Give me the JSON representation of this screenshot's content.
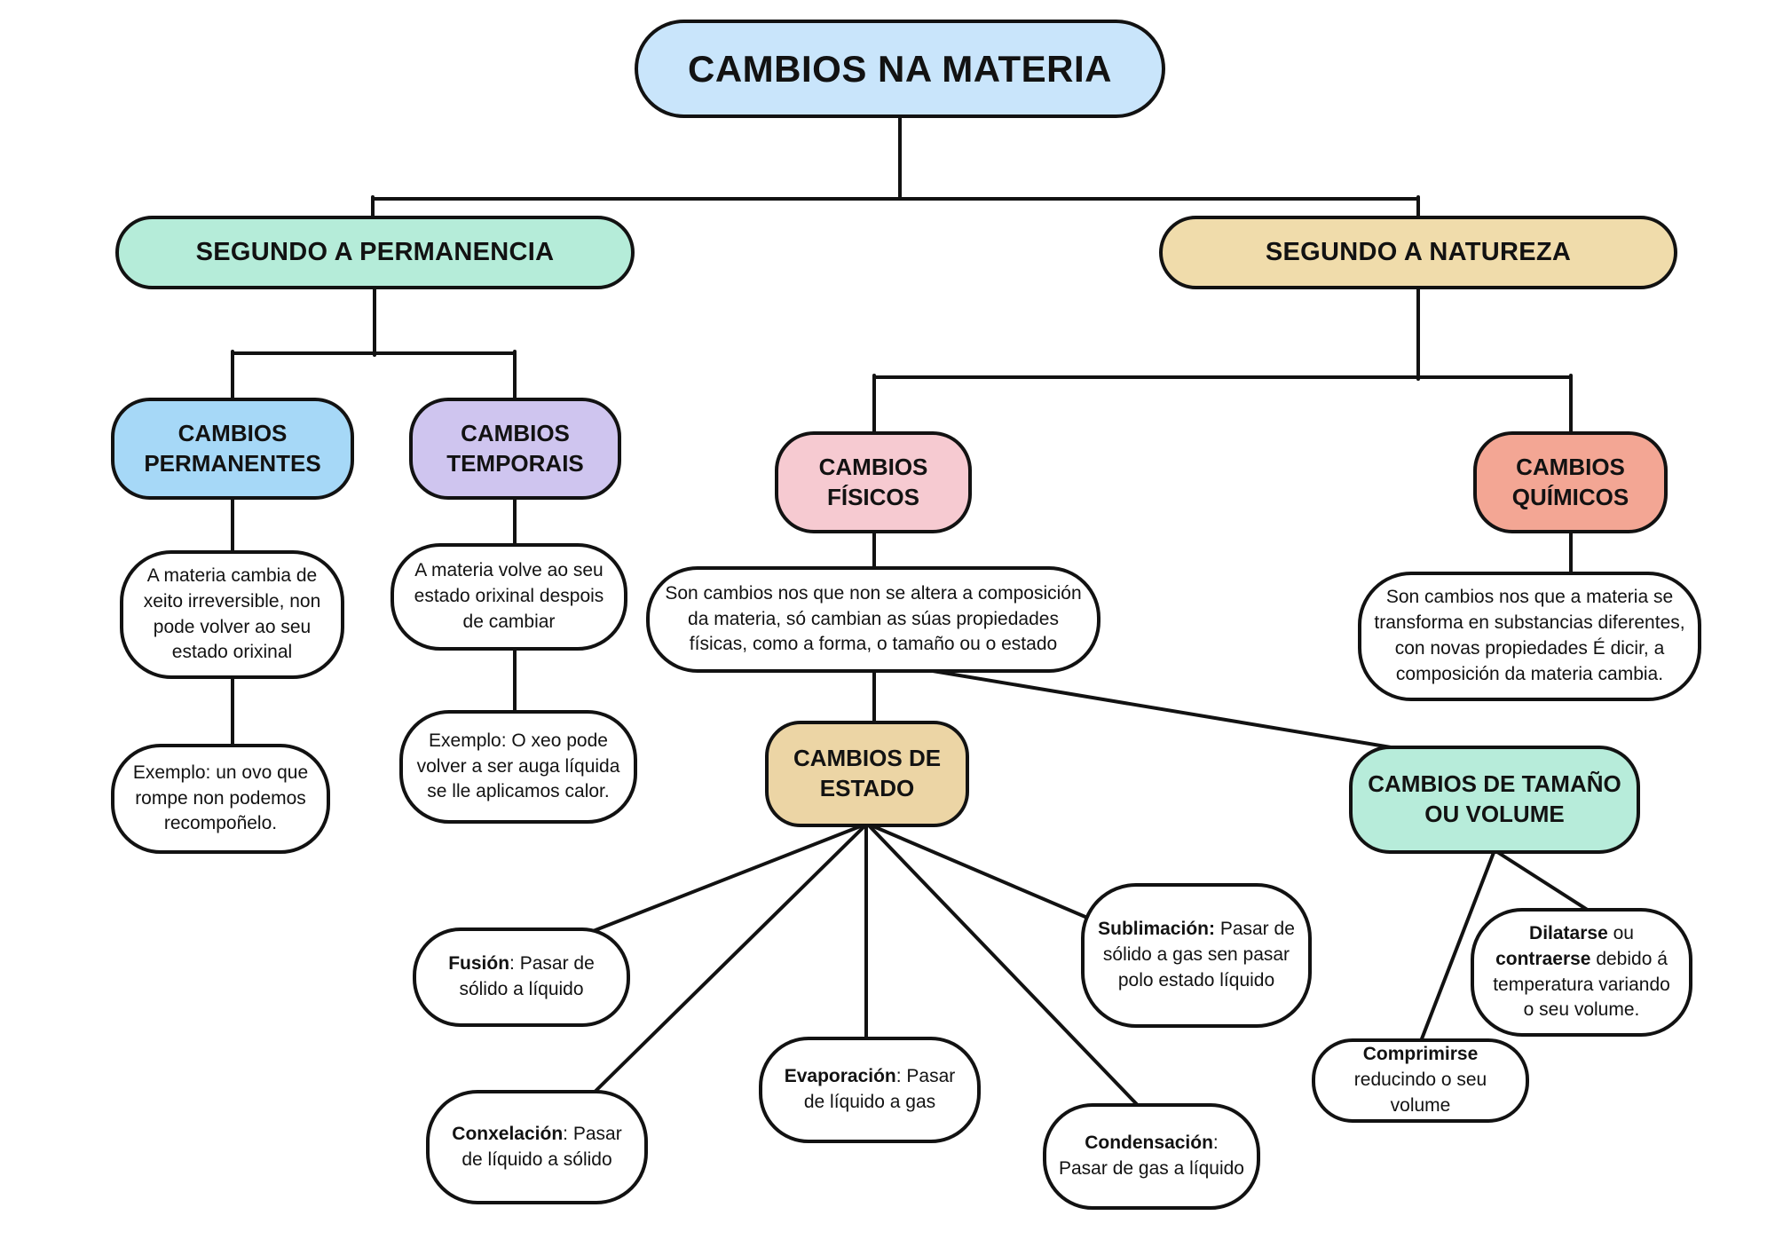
{
  "palette": {
    "title_blue": "#c9e5fb",
    "permanencia_mint": "#b5ecd9",
    "natureza_tan": "#f0dcab",
    "permanentes_blue": "#a6d8f7",
    "temporais_lavender": "#cfc5ef",
    "fisicos_pink": "#f6cad1",
    "quimicos_salmon": "#f3a694",
    "estado_tan": "#ecd5a5",
    "tamano_mint": "#b7ecda",
    "line_black": "#121212",
    "detail_white": "#ffffff"
  },
  "title": {
    "label": "CAMBIOS NA MATERIA"
  },
  "branches": {
    "permanencia": {
      "label": "SEGUNDO A PERMANENCIA"
    },
    "natureza": {
      "label": "SEGUNDO A NATUREZA"
    }
  },
  "permanentes": {
    "label": "CAMBIOS PERMANENTES",
    "desc": "A materia cambia de xeito irreversible, non pode volver ao seu estado orixinal",
    "example": "Exemplo: un ovo que rompe non podemos recompoñelo."
  },
  "temporais": {
    "label": "CAMBIOS TEMPORAIS",
    "desc": "A materia volve ao seu estado orixinal despois de cambiar",
    "example": "Exemplo: O xeo pode volver a ser auga líquida se lle aplicamos calor."
  },
  "fisicos": {
    "label": "CAMBIOS FÍSICOS",
    "desc": "Son cambios nos que non se altera a composición da materia, só cambian as súas propiedades físicas, como a forma, o tamaño ou o estado"
  },
  "quimicos": {
    "label": "CAMBIOS QUÍMICOS",
    "desc": "Son cambios nos que a materia se transforma en substancias diferentes, con novas propiedades É dicir, a composición da materia cambia."
  },
  "estado": {
    "label": "CAMBIOS DE ESTADO"
  },
  "tamano": {
    "label": "CAMBIOS DE TAMAÑO OU VOLUME"
  },
  "leaves": {
    "fusion": {
      "segments": [
        {
          "t": "Fusión",
          "b": true
        },
        {
          "t": ": Pasar de sólido a líquido",
          "b": false
        }
      ]
    },
    "conxelacion": {
      "segments": [
        {
          "t": "Conxelación",
          "b": true
        },
        {
          "t": ": Pasar de líquido a sólido",
          "b": false
        }
      ]
    },
    "evaporacion": {
      "segments": [
        {
          "t": "Evaporación",
          "b": true
        },
        {
          "t": ": Pasar de líquido a gas",
          "b": false
        }
      ]
    },
    "condensacion": {
      "segments": [
        {
          "t": "Condensación",
          "b": true
        },
        {
          "t": ": Pasar de gas a líquido",
          "b": false
        }
      ]
    },
    "sublimacion": {
      "segments": [
        {
          "t": "Sublimación:",
          "b": true
        },
        {
          "t": " Pasar de sólido a gas sen pasar polo estado líquido",
          "b": false
        }
      ]
    },
    "comprimirse": {
      "segments": [
        {
          "t": "Comprimirse",
          "b": true
        },
        {
          "t": " reducindo o seu volume",
          "b": false
        }
      ]
    },
    "dilatarse": {
      "segments": [
        {
          "t": "Dilatarse",
          "b": true
        },
        {
          "t": " ou ",
          "b": false
        },
        {
          "t": "contraerse",
          "b": true
        },
        {
          "t": " debido á temperatura variando o seu volume.",
          "b": false
        }
      ]
    }
  }
}
